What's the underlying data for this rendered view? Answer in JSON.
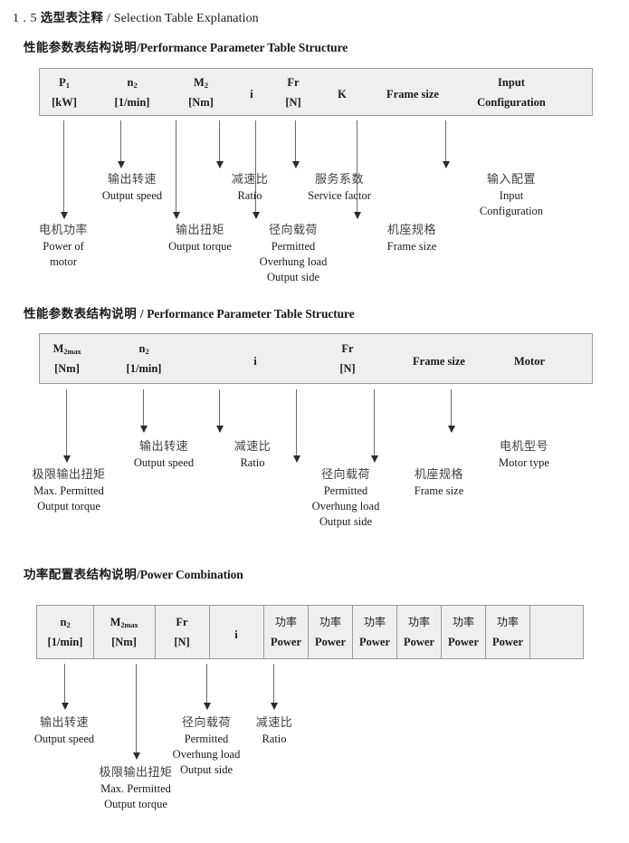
{
  "document": {
    "section_number": "1 . 5",
    "section_title_cn": "选型表注释",
    "section_title_sep": "/",
    "section_title_en": "Selection Table Explanation"
  },
  "sections": [
    {
      "id": "performance-parameter-1",
      "heading_cn": "性能参数表结构说明",
      "heading_sep": "/",
      "heading_en": "Performance Parameter Table Structure",
      "table": {
        "columns": [
          {
            "name": "p1",
            "line1": "P",
            "sub1": "1",
            "line2": "[kW]"
          },
          {
            "name": "n2",
            "line1": "n",
            "sub1": "2",
            "line2": "[1/min]"
          },
          {
            "name": "m2",
            "line1": "M",
            "sub1": "2",
            "line2": "[Nm]"
          },
          {
            "name": "i",
            "line1": "i",
            "sub1": "",
            "line2": ""
          },
          {
            "name": "fr",
            "line1": "Fr",
            "sub1": "",
            "line2": "[N]"
          },
          {
            "name": "k",
            "line1": "K",
            "sub1": "",
            "line2": ""
          },
          {
            "name": "frame",
            "line1": "Frame size",
            "sub1": "",
            "line2": ""
          },
          {
            "name": "input",
            "line1": "Input",
            "sub1": "",
            "line2": "Configuration"
          }
        ]
      },
      "annotations": [
        {
          "name": "power-of-motor",
          "cn": "电机功率",
          "en": [
            "Power of",
            "motor"
          ]
        },
        {
          "name": "output-speed",
          "cn": "输出转速",
          "en": [
            "Output speed"
          ]
        },
        {
          "name": "output-torque",
          "cn": "输出扭矩",
          "en": [
            "Output torque"
          ]
        },
        {
          "name": "ratio",
          "cn": "减速比",
          "en": [
            "Ratio"
          ]
        },
        {
          "name": "overhung-load",
          "cn": "径向载荷",
          "en": [
            "Permitted",
            "Overhung load",
            "Output side"
          ]
        },
        {
          "name": "service-factor",
          "cn": "服务系数",
          "en": [
            "Service factor"
          ]
        },
        {
          "name": "frame-size",
          "cn": "机座规格",
          "en": [
            "Frame size"
          ]
        },
        {
          "name": "input-config",
          "cn": "输入配置",
          "en": [
            "Input",
            "Configuration"
          ]
        }
      ]
    },
    {
      "id": "performance-parameter-2",
      "heading_cn": "性能参数表结构说明",
      "heading_sep": "/",
      "heading_en": "Performance Parameter Table Structure",
      "table": {
        "columns": [
          {
            "name": "m2max",
            "line1": "M",
            "sub1": "2max",
            "line2": "[Nm]"
          },
          {
            "name": "n2",
            "line1": "n",
            "sub1": "2",
            "line2": "[1/min]"
          },
          {
            "name": "i",
            "line1": "i",
            "sub1": "",
            "line2": ""
          },
          {
            "name": "fr",
            "line1": "Fr",
            "sub1": "",
            "line2": "[N]"
          },
          {
            "name": "frame",
            "line1": "Frame size",
            "sub1": "",
            "line2": ""
          },
          {
            "name": "motor",
            "line1": "Motor",
            "sub1": "",
            "line2": ""
          }
        ]
      },
      "annotations": [
        {
          "name": "max-output-torque",
          "cn": "极限输出扭矩",
          "en": [
            "Max. Permitted",
            "Output  torque"
          ]
        },
        {
          "name": "output-speed",
          "cn": "输出转速",
          "en": [
            "Output speed"
          ]
        },
        {
          "name": "ratio",
          "cn": "减速比",
          "en": [
            "Ratio"
          ]
        },
        {
          "name": "overhung-load",
          "cn": "径向载荷",
          "en": [
            "Permitted",
            "Overhung load",
            "Output side"
          ]
        },
        {
          "name": "frame-size",
          "cn": "机座规格",
          "en": [
            "Frame size"
          ]
        },
        {
          "name": "motor-type",
          "cn": "电机型号",
          "en": [
            "Motor type"
          ]
        }
      ]
    },
    {
      "id": "power-combination",
      "heading_cn": "功率配置表结构说明",
      "heading_sep": "/",
      "heading_en": "Power Combination",
      "table": {
        "columns": [
          {
            "name": "n2",
            "line1": "n",
            "sub1": "2",
            "line2": "[1/min]"
          },
          {
            "name": "m2max",
            "line1": "M",
            "sub1": "2max",
            "line2": "[Nm]"
          },
          {
            "name": "fr",
            "line1": "Fr",
            "sub1": "",
            "line2": "[N]"
          },
          {
            "name": "i",
            "line1": "i",
            "sub1": "",
            "line2": ""
          },
          {
            "name": "power1",
            "line1_cn": "功率",
            "line2": "Power"
          },
          {
            "name": "power2",
            "line1_cn": "功率",
            "line2": "Power"
          },
          {
            "name": "power3",
            "line1_cn": "功率",
            "line2": "Power"
          },
          {
            "name": "power4",
            "line1_cn": "功率",
            "line2": "Power"
          },
          {
            "name": "power5",
            "line1_cn": "功率",
            "line2": "Power"
          },
          {
            "name": "power6",
            "line1_cn": "功率",
            "line2": "Power"
          }
        ]
      },
      "annotations": [
        {
          "name": "output-speed",
          "cn": "输出转速",
          "en": [
            "Output speed"
          ]
        },
        {
          "name": "max-output-torque",
          "cn": "极限输出扭矩",
          "en": [
            "Max. Permitted",
            "Output  torque"
          ]
        },
        {
          "name": "overhung-load",
          "cn": "径向载荷",
          "en": [
            "Permitted",
            "Overhung load",
            "Output side"
          ]
        },
        {
          "name": "ratio",
          "cn": "减速比",
          "en": [
            "Ratio"
          ]
        }
      ]
    }
  ]
}
